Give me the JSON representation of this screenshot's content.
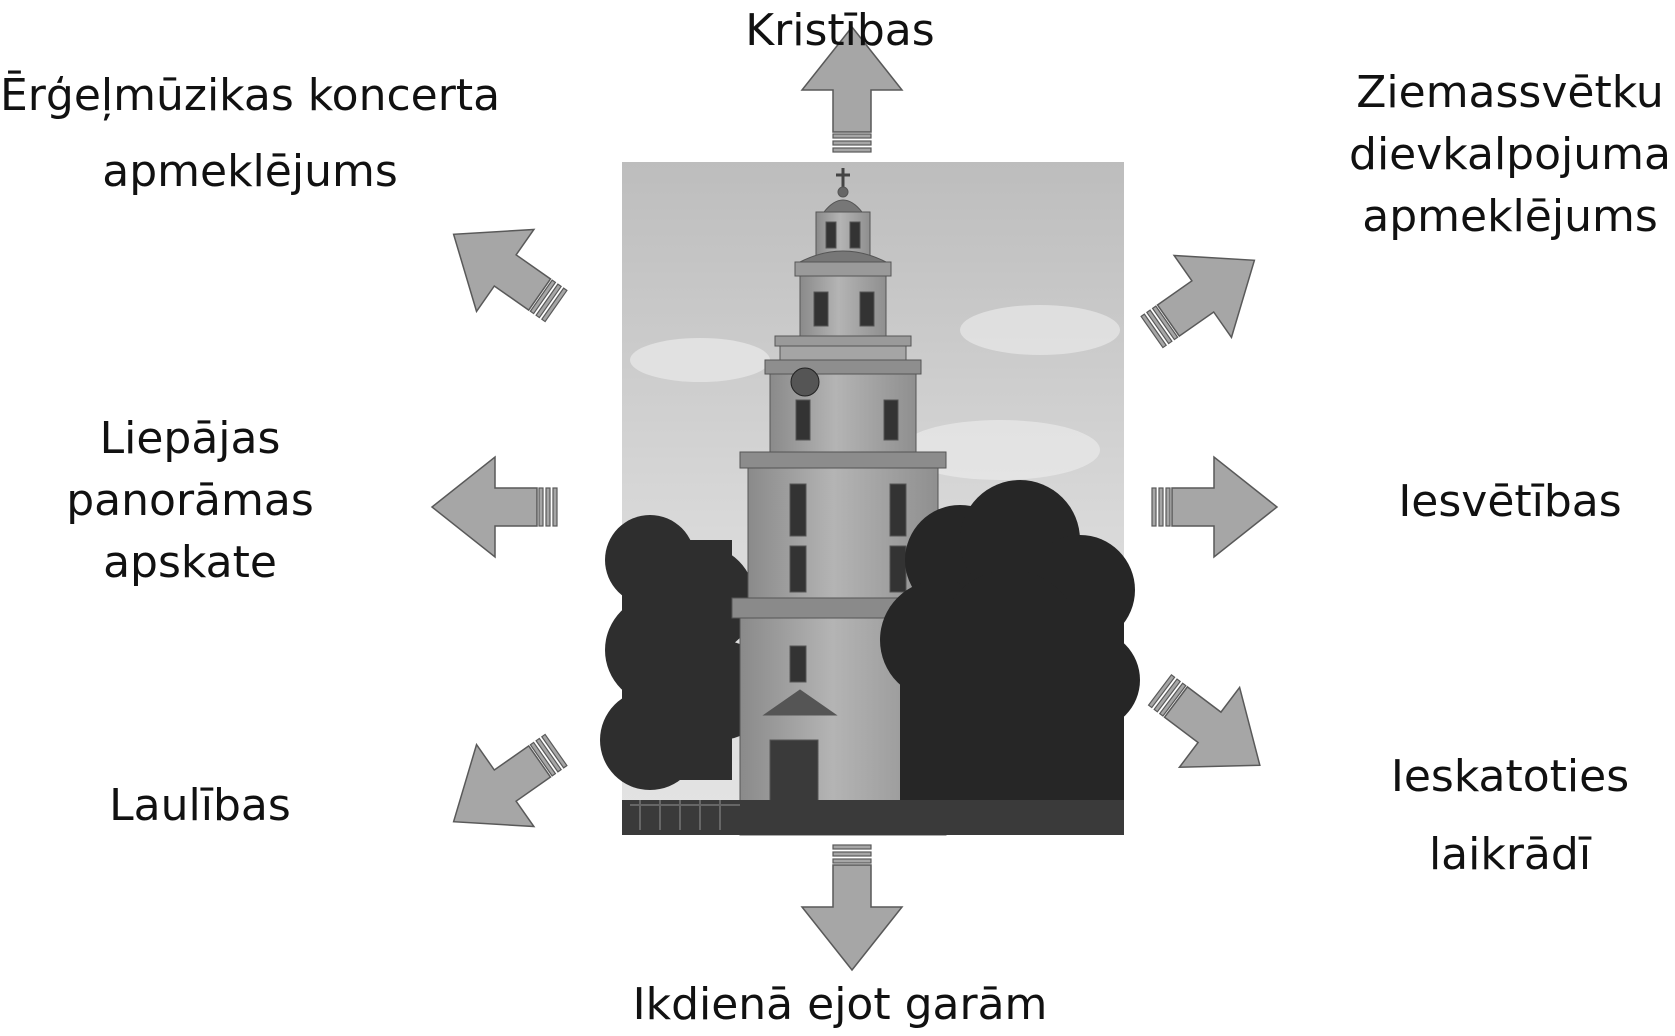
{
  "labels": {
    "top": [
      "Kristības"
    ],
    "top_left": [
      "Ērģeļmūzikas koncerta",
      "apmeklējums"
    ],
    "top_right": [
      "Ziemassvētku",
      "dievkalpojuma",
      "apmeklējums"
    ],
    "left": [
      "Liepājas",
      "panorāmas",
      "apskate"
    ],
    "right": [
      "Iesvētības"
    ],
    "bottom_left": [
      "Laulības"
    ],
    "bottom_right": [
      "Ieskatoties",
      "laikrādī"
    ],
    "bottom": [
      "Ikdienā ejot  garām"
    ]
  },
  "colors": {
    "arrow_fill": "#a6a6a6",
    "arrow_stroke": "#595959",
    "text": "#111111"
  },
  "central_image": {
    "subject": "church-bell-tower-photo"
  }
}
